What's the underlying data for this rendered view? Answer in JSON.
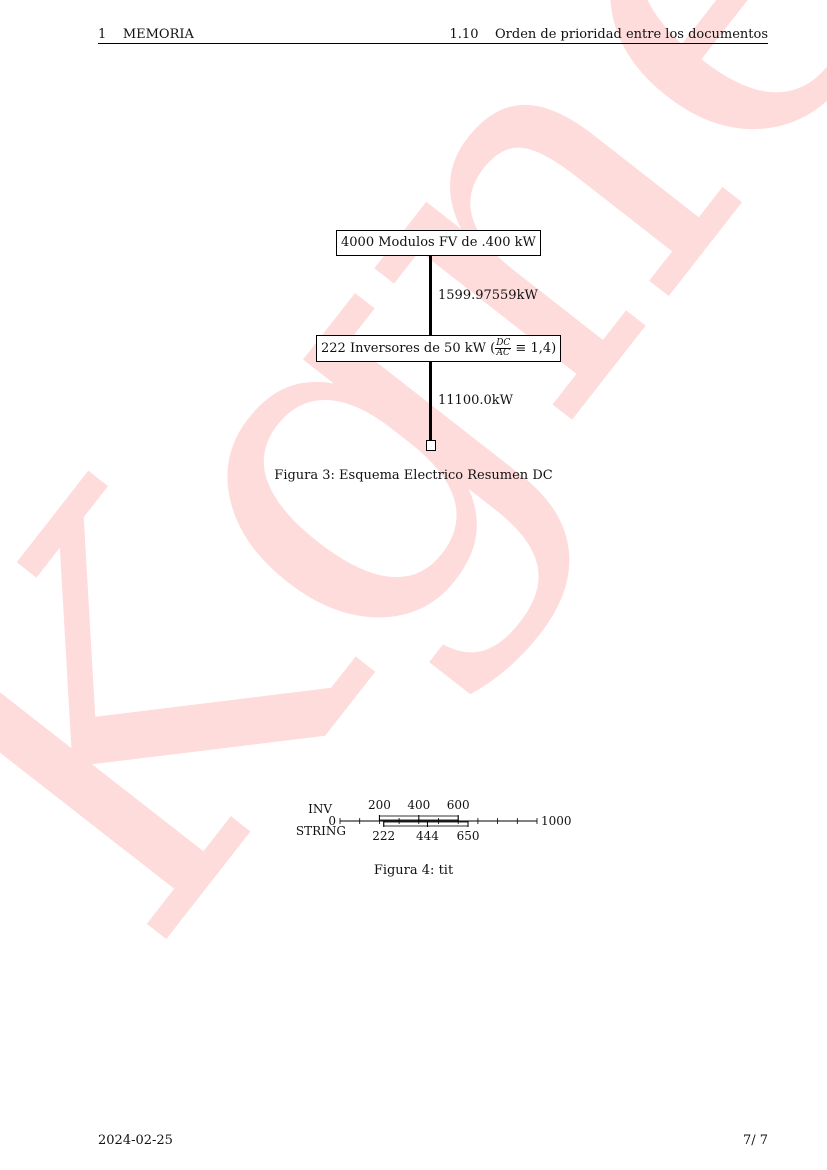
{
  "header": {
    "left_num": "1",
    "left_title": "MEMORIA",
    "right_num": "1.10",
    "right_title": "Orden de prioridad entre los documentos"
  },
  "watermark": "Kgnete",
  "figure3": {
    "top_box": "4000 Modulos FV de .400 kW",
    "link1_label": "1599.97559kW",
    "mid_box_prefix": "222 Inversores de 50 kW (",
    "frac_num": "DC",
    "frac_den": "AC",
    "mid_box_suffix": " ≡ 1,4)",
    "link2_label": "11100.0kW",
    "caption": "Figura 3: Esquema Electrico Resumen DC"
  },
  "figure4": {
    "inv_label": "INV",
    "string_label": "STRING",
    "axis_zero": "0",
    "axis_max": "1000",
    "inv_ticks": [
      "200",
      "400",
      "600"
    ],
    "string_ticks": [
      "222",
      "444",
      "650"
    ],
    "caption": "Figura 4: tit"
  },
  "chart_data": {
    "type": "range",
    "axis_range": [
      0,
      1000
    ],
    "series": [
      {
        "name": "INV",
        "values": [
          200,
          400,
          600
        ]
      },
      {
        "name": "STRING",
        "values": [
          222,
          444,
          650
        ]
      }
    ]
  },
  "footer": {
    "date": "2024-02-25",
    "page": "7/ 7"
  }
}
